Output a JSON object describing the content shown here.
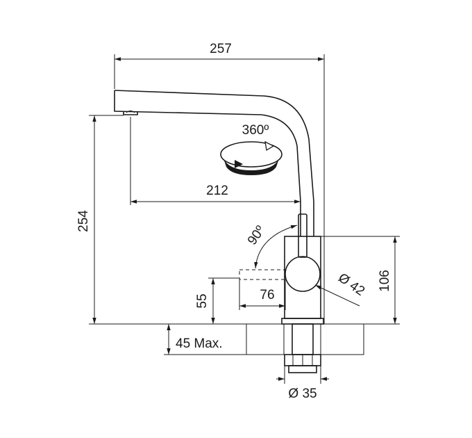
{
  "dimensions": {
    "total_width": "257",
    "rotation": "360º",
    "reach": "212",
    "total_height": "254",
    "lever_angle": "90º",
    "body_height": "106",
    "handle_diameter": "Ø 42",
    "handle_offset": "76",
    "handle_height": "55",
    "max_thickness": "45 Max.",
    "hole_diameter": "Ø 35"
  }
}
